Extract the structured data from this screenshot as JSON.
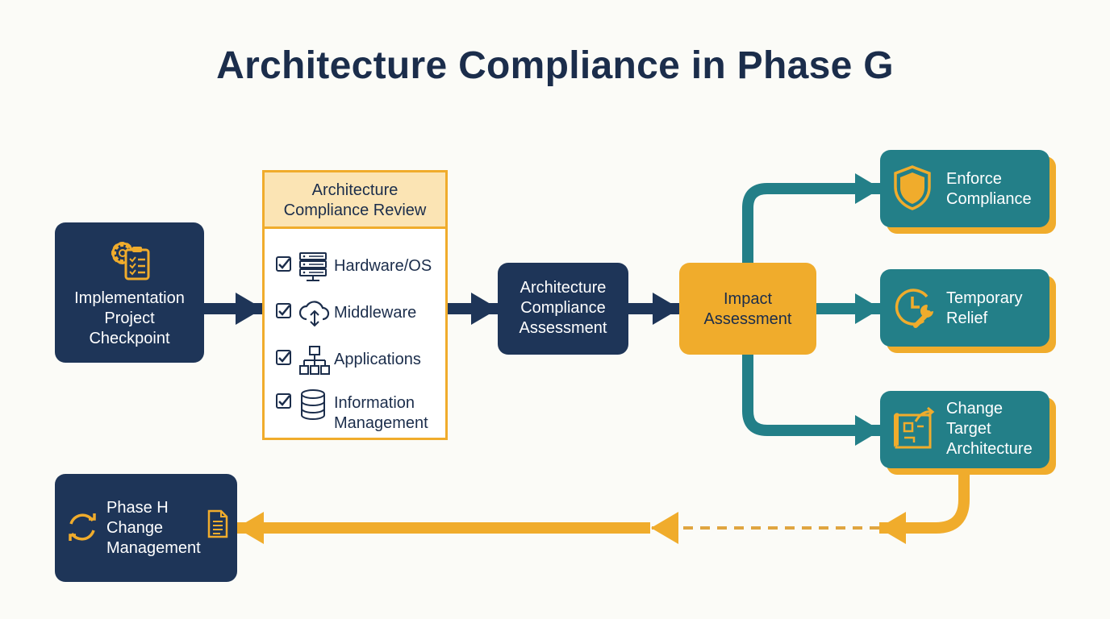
{
  "title": "Architecture Compliance in Phase G",
  "colors": {
    "navy": "#1e3558",
    "teal": "#237f88",
    "gold": "#f0ac2c",
    "pale_gold": "#fbe4b4",
    "text_dark": "#1b2d4b",
    "background": "#fbfbf7"
  },
  "nodes": {
    "checkpoint": {
      "line1": "Implementation",
      "line2": "Project",
      "line3": "Checkpoint",
      "icon": "gear-clipboard-icon"
    },
    "review": {
      "header1": "Architecture",
      "header2": "Compliance Review",
      "items": [
        {
          "line1": "Hardware/OS",
          "line2": "",
          "icon": "server-rack-icon"
        },
        {
          "line1": "Middleware",
          "line2": "",
          "icon": "cloud-sync-icon"
        },
        {
          "line1": "Applications",
          "line2": "",
          "icon": "hierarchy-icon"
        },
        {
          "line1": "Information",
          "line2": "Management",
          "icon": "database-icon"
        }
      ]
    },
    "assessment": {
      "line1": "Architecture",
      "line2": "Compliance",
      "line3": "Assessment"
    },
    "impact": {
      "line1": "Impact",
      "line2": "Assessment"
    },
    "enforce": {
      "line1": "Enforce",
      "line2": "Compliance",
      "icon": "shield-icon"
    },
    "relief": {
      "line1": "Temporary",
      "line2": "Relief",
      "icon": "clock-wrench-icon"
    },
    "change_target": {
      "line1": "Change",
      "line2": "Target",
      "line3": "Architecture",
      "icon": "blueprint-icon"
    },
    "phase_h": {
      "line1": "Phase H",
      "line2": "Change",
      "line3": "Management",
      "icon": "refresh-icon",
      "icon2": "document-icon"
    }
  }
}
